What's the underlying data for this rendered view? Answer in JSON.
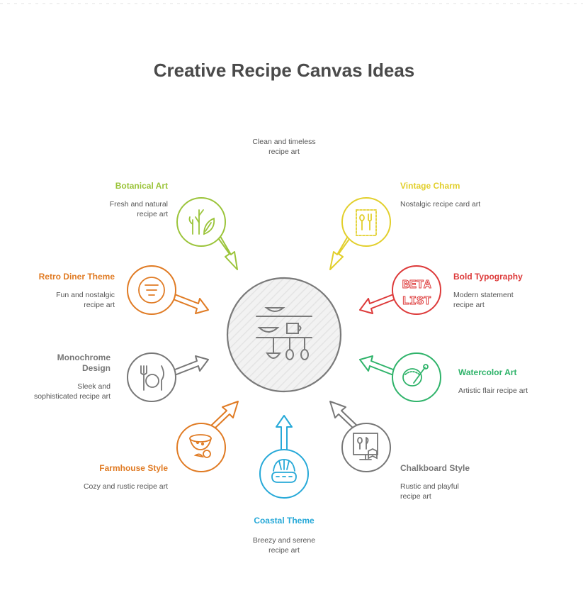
{
  "title": "Creative Recipe Canvas Ideas",
  "center": {
    "description": "Clean and timeless recipe art",
    "icon": "kitchen-shelf-icon",
    "color": "#777777"
  },
  "items": [
    {
      "key": "botanical",
      "title": "Botanical Art",
      "description": "Fresh and natural recipe art",
      "color": "#9bc43a",
      "icon": "herbs-icon"
    },
    {
      "key": "vintage",
      "title": "Vintage Charm",
      "description": "Nostalgic recipe card art",
      "color": "#e2cf2c",
      "icon": "recipe-card-icon"
    },
    {
      "key": "bold",
      "title": "Bold Typography",
      "description": "Modern statement recipe art",
      "color": "#dd3a3a",
      "icon": "beta-list-icon",
      "icon_text": [
        "BETA",
        "LIST"
      ]
    },
    {
      "key": "watercolor",
      "title": "Watercolor Art",
      "description": "Artistic flair recipe art",
      "color": "#2fb36a",
      "icon": "paint-bowl-icon"
    },
    {
      "key": "chalkboard",
      "title": "Chalkboard Style",
      "description": "Rustic and playful recipe art",
      "color": "#777777",
      "icon": "chalkboard-icon"
    },
    {
      "key": "coastal",
      "title": "Coastal Theme",
      "description": "Breezy and serene recipe art",
      "color": "#27a9d8",
      "icon": "bread-basket-icon"
    },
    {
      "key": "farmhouse",
      "title": "Farmhouse Style",
      "description": "Cozy and rustic recipe art",
      "color": "#e07b24",
      "icon": "soup-pot-icon"
    },
    {
      "key": "monochrome",
      "title": "Monochrome Design",
      "description": "Sleek and sophisticated recipe art",
      "color": "#777777",
      "icon": "cutlery-plate-icon"
    },
    {
      "key": "retro",
      "title": "Retro Diner Theme",
      "description": "Fun and nostalgic recipe art",
      "color": "#e07b24",
      "icon": "menu-lines-icon"
    }
  ]
}
